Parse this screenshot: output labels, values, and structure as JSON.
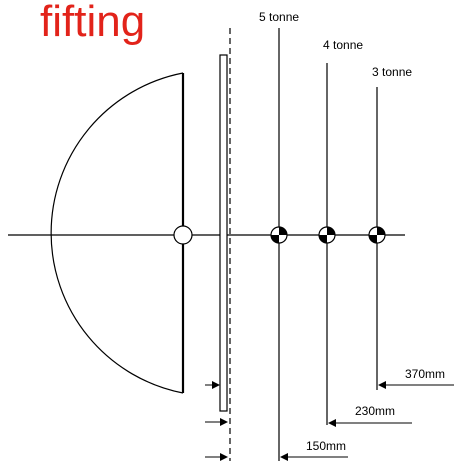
{
  "header": {
    "title_fragment": "fifting",
    "title_color": "#e2231a"
  },
  "diagram": {
    "line_color": "#000000",
    "label_color": "#000000",
    "markers": [
      {
        "label": "5 tonne",
        "distance": "150mm"
      },
      {
        "label": "4 tonne",
        "distance": "230mm"
      },
      {
        "label": "3 tonne",
        "distance": "370mm"
      }
    ]
  }
}
